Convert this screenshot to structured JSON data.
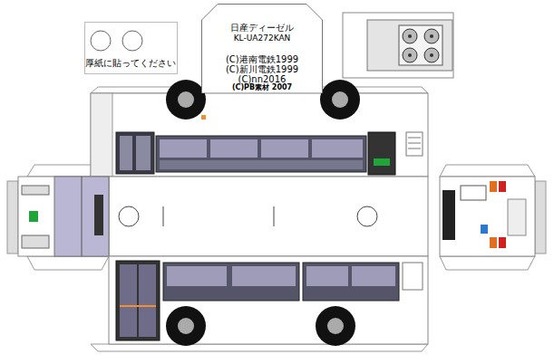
{
  "diagram": {
    "nodes": [
      {
        "text": [
          "厚紙に貼ってください"
        ]
      },
      {
        "text": [
          "日産ディーゼル",
          "KL-UA272KAN",
          "(C)港南電鉄1999",
          "(C)新川電鉄1999",
          "(C)nn2016",
          "(C)PB素材 2007"
        ]
      }
    ]
  }
}
